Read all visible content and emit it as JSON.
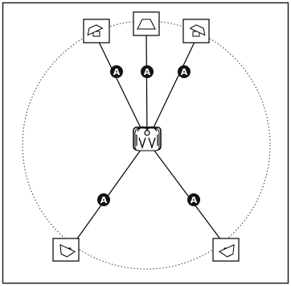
{
  "diagram": {
    "distance_marker": {
      "label": "A",
      "fill": "#111111",
      "text_color": "#ffffff"
    },
    "line_color": "#000000",
    "circle_style": "dotted",
    "speakers": [
      {
        "id": "front-left",
        "icon": "speaker-icon"
      },
      {
        "id": "center",
        "icon": "speaker-icon"
      },
      {
        "id": "front-right",
        "icon": "speaker-icon"
      },
      {
        "id": "surround-left",
        "icon": "speaker-icon"
      },
      {
        "id": "surround-right",
        "icon": "speaker-icon"
      }
    ],
    "listener": {
      "icon": "listener-icon"
    }
  }
}
